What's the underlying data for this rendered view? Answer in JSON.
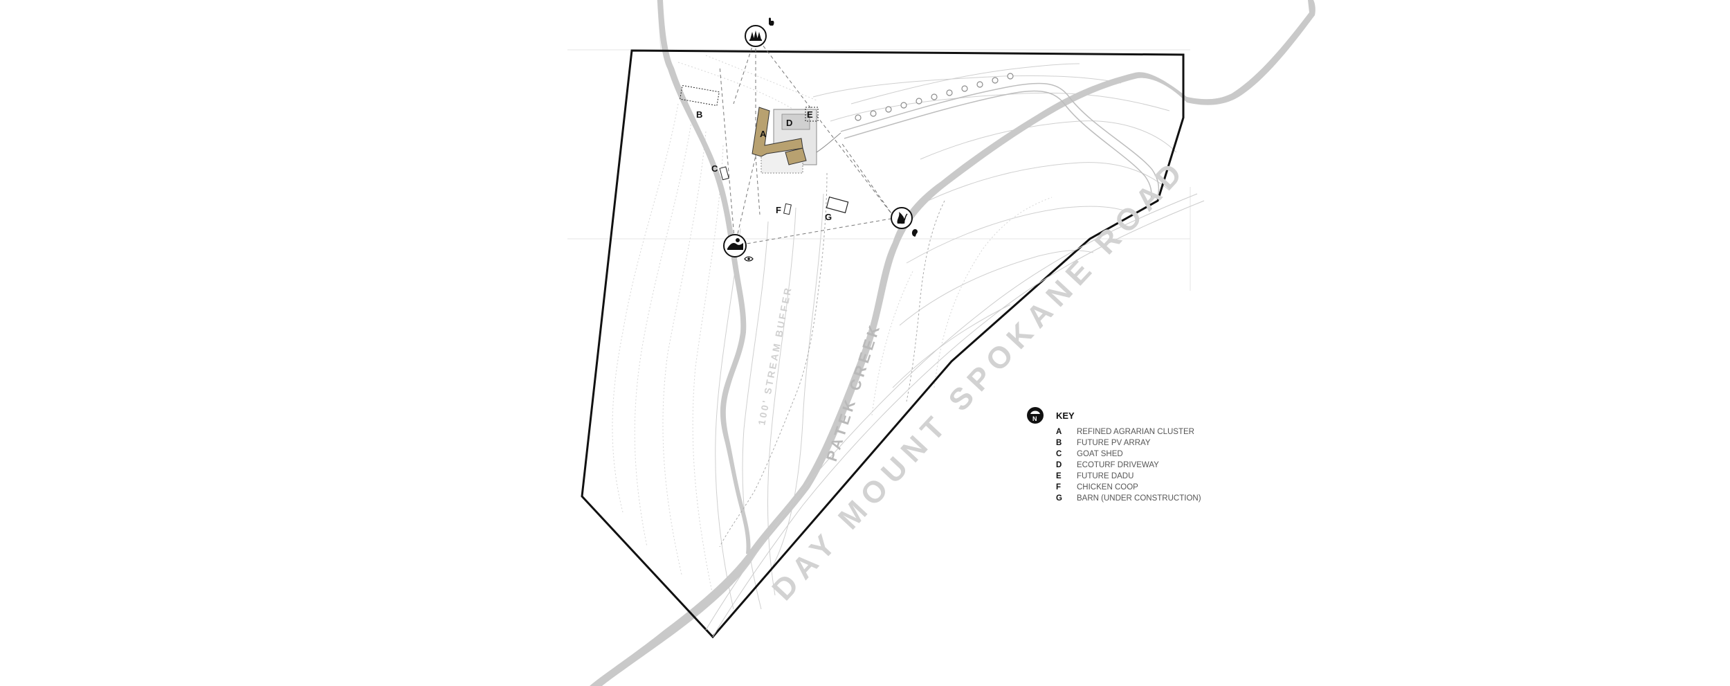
{
  "labels": {
    "road": "DAY MOUNT SPOKANE ROAD",
    "creek": "PATEK CREEK",
    "buffer": "100' STREAM BUFFER"
  },
  "site_labels": {
    "a": "A",
    "b": "B",
    "c": "C",
    "d": "D",
    "e": "E",
    "f": "F",
    "g": "G"
  },
  "key": {
    "title": "KEY",
    "north": "N",
    "items": [
      {
        "letter": "A",
        "text": "REFINED AGRARIAN CLUSTER"
      },
      {
        "letter": "B",
        "text": "FUTURE PV ARRAY"
      },
      {
        "letter": "C",
        "text": "GOAT SHED"
      },
      {
        "letter": "D",
        "text": "ECOTURF DRIVEWAY"
      },
      {
        "letter": "E",
        "text": "FUTURE DADU"
      },
      {
        "letter": "F",
        "text": "CHICKEN COOP"
      },
      {
        "letter": "G",
        "text": "BARN (UNDER CONSTRUCTION)"
      }
    ]
  },
  "colors": {
    "building": "#b8a170",
    "water": "#c9c9c9",
    "boundary": "#111111",
    "contour": "#cfcfcf"
  },
  "icons": [
    "forest-icon",
    "hand-icon",
    "landscape-view-icon",
    "eye-icon",
    "stream-icon",
    "ear-icon",
    "north-arrow-icon"
  ]
}
